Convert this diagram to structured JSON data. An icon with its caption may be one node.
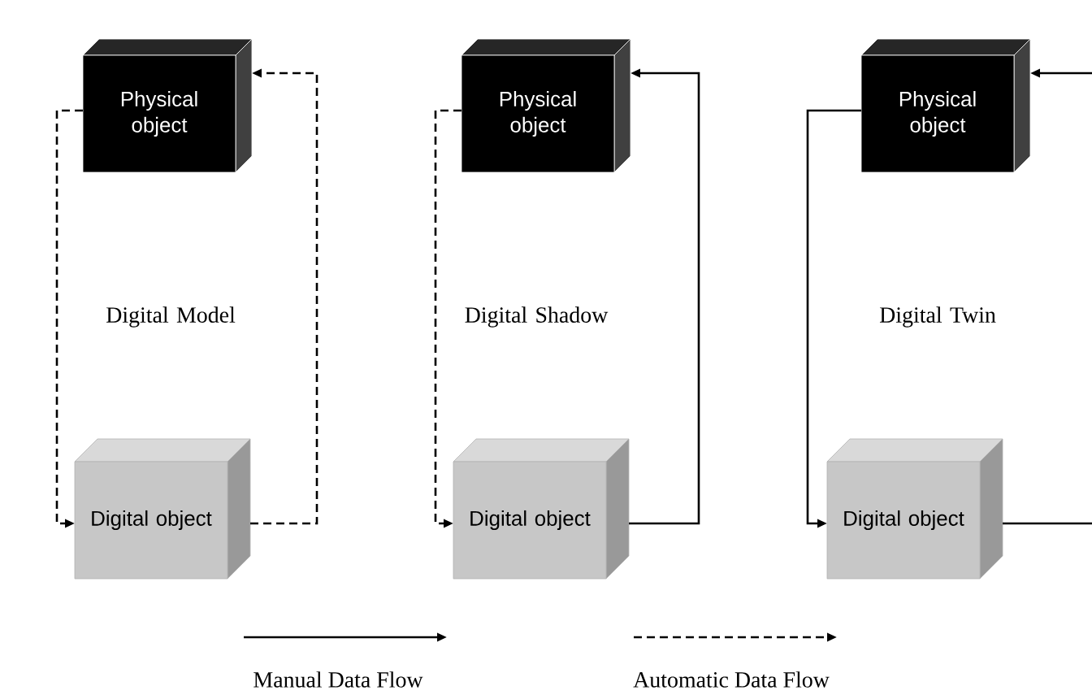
{
  "diagram": {
    "nodes": [
      {
        "text": [
          "Physical object"
        ]
      },
      {
        "text": [
          "Digital object"
        ]
      },
      {
        "text": [
          "Physical object"
        ]
      },
      {
        "text": [
          "Digital object"
        ]
      },
      {
        "text": [
          "Physical object"
        ]
      },
      {
        "text": [
          "Digital object"
        ]
      }
    ],
    "edges": [
      {
        "from": 0,
        "to": 1,
        "arrow": "to",
        "style": "dashed"
      },
      {
        "from": 1,
        "to": 0,
        "arrow": "to",
        "style": "dashed"
      },
      {
        "from": 2,
        "to": 3,
        "arrow": "to",
        "style": "dashed"
      },
      {
        "from": 3,
        "to": 2,
        "arrow": "to"
      },
      {
        "from": 4,
        "to": 5,
        "arrow": "to"
      },
      {
        "from": 5,
        "to": 4,
        "arrow": "to"
      }
    ],
    "labels": [
      "Digital Model",
      "Digital Shadow",
      "Digital Twin"
    ],
    "legend": [
      {
        "text": "Manual Data Flow"
      },
      {
        "text": "Automatic Data Flow"
      }
    ]
  }
}
